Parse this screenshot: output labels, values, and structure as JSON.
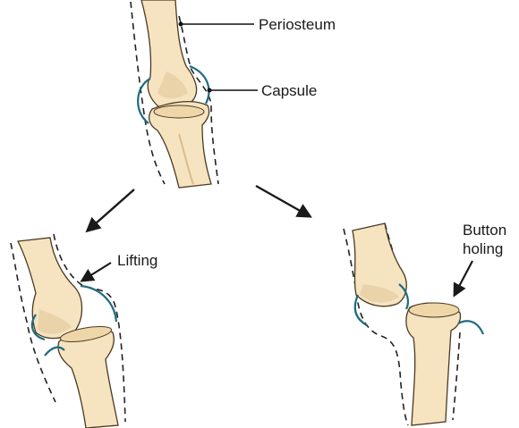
{
  "labels": {
    "periosteum": "Periosteum",
    "capsule": "Capsule",
    "lifting": "Lifting",
    "button_line1": "Button",
    "button_line2": "holing"
  },
  "colors": {
    "bone_fill": "#f6e3c0",
    "bone_shade": "#e2c79a",
    "bone_outline": "#4a3a22",
    "capsule": "#1f6b80",
    "periosteum_dash": "#222222",
    "arrow": "#1a1a1a"
  }
}
